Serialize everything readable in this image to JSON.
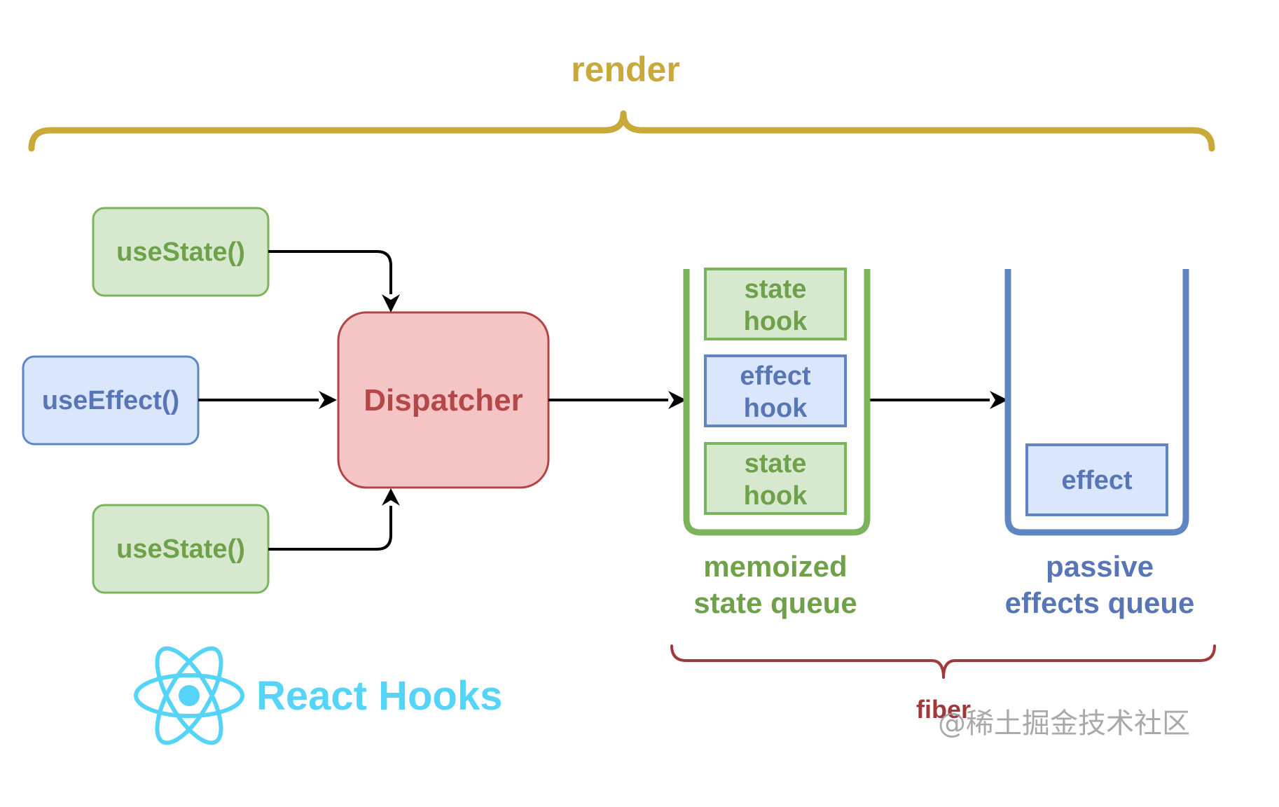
{
  "render": {
    "label": "render"
  },
  "callers": {
    "top": "useState()",
    "middle": "useEffect()",
    "bottom": "useState()"
  },
  "dispatcher": {
    "label": "Dispatcher"
  },
  "memoized": {
    "items": [
      {
        "line1": "state",
        "line2": "hook"
      },
      {
        "line1": "effect",
        "line2": "hook"
      },
      {
        "line1": "state",
        "line2": "hook"
      }
    ],
    "label_line1": "memoized",
    "label_line2": "state queue"
  },
  "passive": {
    "item": "effect",
    "label_line1": "passive",
    "label_line2": "effects queue"
  },
  "fiber": {
    "label": "fiber"
  },
  "logo": {
    "name": "react-logo-icon",
    "label": "React Hooks"
  },
  "watermark": "@稀土掘金技术社区",
  "colors": {
    "render": "#c8a93a",
    "green_stroke": "#7bb45a",
    "green_fill": "#d6e8cd",
    "green_text": "#6fa14a",
    "blue_stroke": "#5f85c2",
    "blue_fill": "#dae6fb",
    "blue_text": "#5876b5",
    "red_stroke": "#b34545",
    "red_fill": "#f5c4c4",
    "red_text": "#b44848",
    "react": "#55d4f7",
    "fiber": "#a03a3a",
    "arrow": "#000000",
    "watermark": "#9a9a9a"
  }
}
